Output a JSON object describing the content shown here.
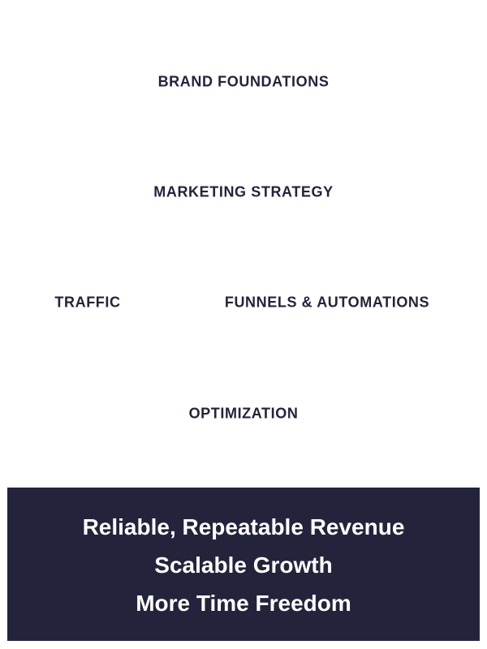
{
  "stages": {
    "brand_foundations": "BRAND FOUNDATIONS",
    "marketing_strategy": "MARKETING STRATEGY",
    "traffic": "TRAFFIC",
    "funnels_automations": "FUNNELS & AUTOMATIONS",
    "optimization": "OPTIMIZATION"
  },
  "outcomes": [
    "Reliable, Repeatable Revenue",
    "Scalable Growth",
    "More Time Freedom"
  ],
  "colors": {
    "navy": "#23233b",
    "white": "#ffffff"
  }
}
